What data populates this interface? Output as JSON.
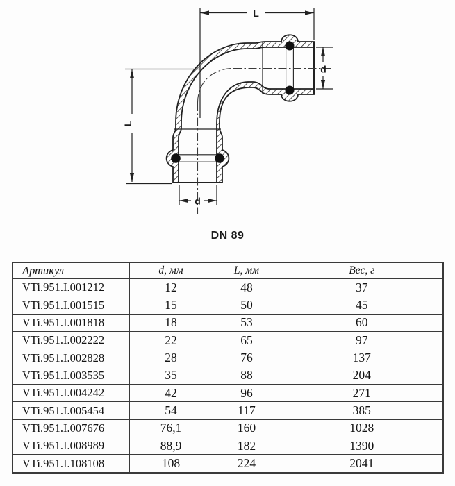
{
  "diagram": {
    "caption": "DN 89",
    "labels": {
      "top_length": "L",
      "left_length": "L",
      "right_diameter": "d",
      "bottom_diameter": "d"
    }
  },
  "table": {
    "headers": {
      "article": "Артикул",
      "d": "d, мм",
      "l": "L, мм",
      "weight": "Вес, г"
    },
    "rows": [
      {
        "article": "VTi.951.I.001212",
        "d": "12",
        "l": "48",
        "weight": "37"
      },
      {
        "article": "VTi.951.I.001515",
        "d": "15",
        "l": "50",
        "weight": "45"
      },
      {
        "article": "VTi.951.I.001818",
        "d": "18",
        "l": "53",
        "weight": "60"
      },
      {
        "article": "VTi.951.I.002222",
        "d": "22",
        "l": "65",
        "weight": "97"
      },
      {
        "article": "VTi.951.I.002828",
        "d": "28",
        "l": "76",
        "weight": "137"
      },
      {
        "article": "VTi.951.I.003535",
        "d": "35",
        "l": "88",
        "weight": "204"
      },
      {
        "article": "VTi.951.I.004242",
        "d": "42",
        "l": "96",
        "weight": "271"
      },
      {
        "article": "VTi.951.I.005454",
        "d": "54",
        "l": "117",
        "weight": "385"
      },
      {
        "article": "VTi.951.I.007676",
        "d": "76,1",
        "l": "160",
        "weight": "1028"
      },
      {
        "article": "VTi.951.I.008989",
        "d": "88,9",
        "l": "182",
        "weight": "1390"
      },
      {
        "article": "VTi.951.I.108108",
        "d": "108",
        "l": "224",
        "weight": "2041"
      }
    ]
  },
  "colors": {
    "line": "#222222",
    "table_border": "#3a3a3a",
    "text": "#141414",
    "background": "#fdfdfd"
  }
}
